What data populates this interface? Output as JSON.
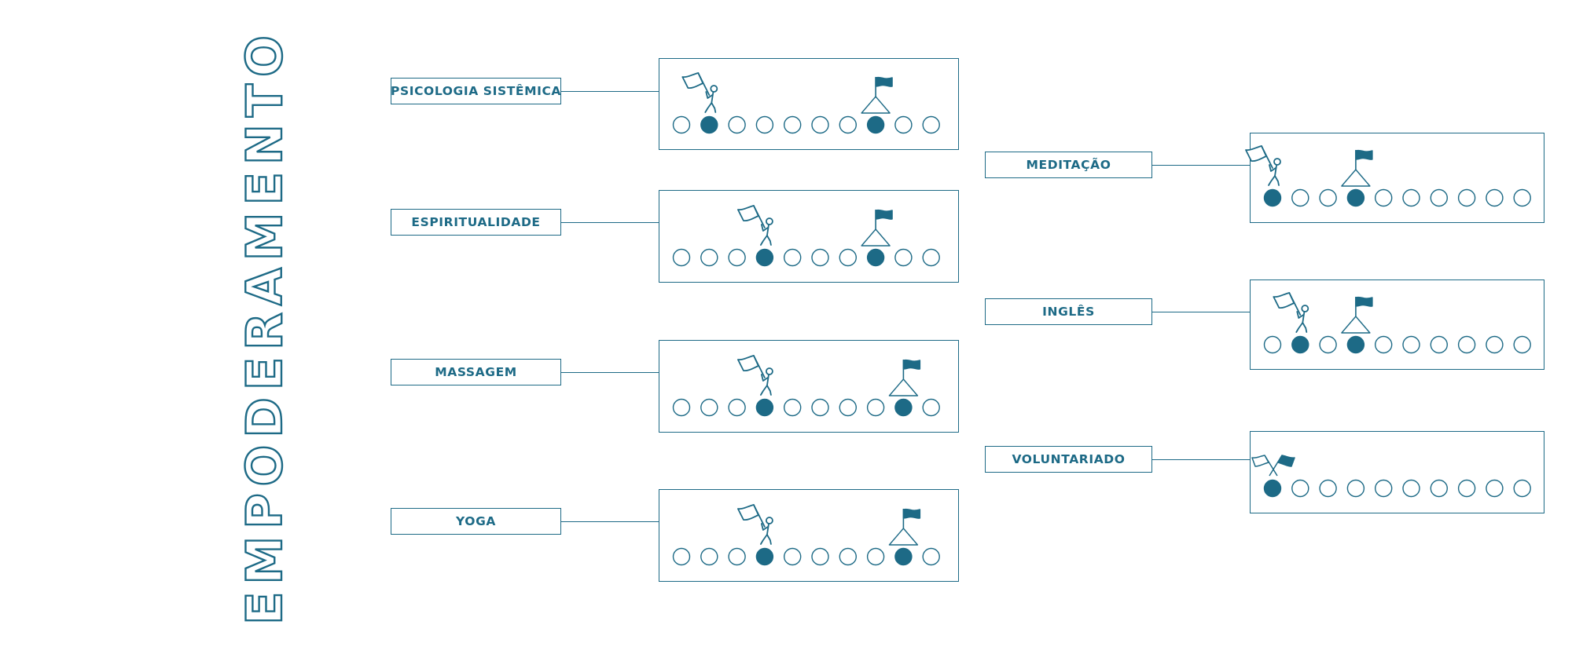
{
  "title": "EMPODERAMENTO",
  "colors": {
    "primary": "#1d6a86"
  },
  "scale_positions": 10,
  "rows": [
    {
      "label": "PSICOLOGIA SISTÊMICA",
      "current": 2,
      "goal": 8
    },
    {
      "label": "ESPIRITUALIDADE",
      "current": 4,
      "goal": 8
    },
    {
      "label": "MASSAGEM",
      "current": 4,
      "goal": 9
    },
    {
      "label": "YOGA",
      "current": 4,
      "goal": 9
    },
    {
      "label": "MEDITAÇÃO",
      "current": 1,
      "goal": 4
    },
    {
      "label": "INGLÊS",
      "current": 2,
      "goal": 4
    },
    {
      "label": "VOLUNTARIADO",
      "current": 1,
      "goal": 1
    }
  ],
  "icons": {
    "current_marker": "person-carrying-flag-icon",
    "goal_marker": "summit-flag-icon",
    "reached_marker": "crossed-flags-icon"
  }
}
